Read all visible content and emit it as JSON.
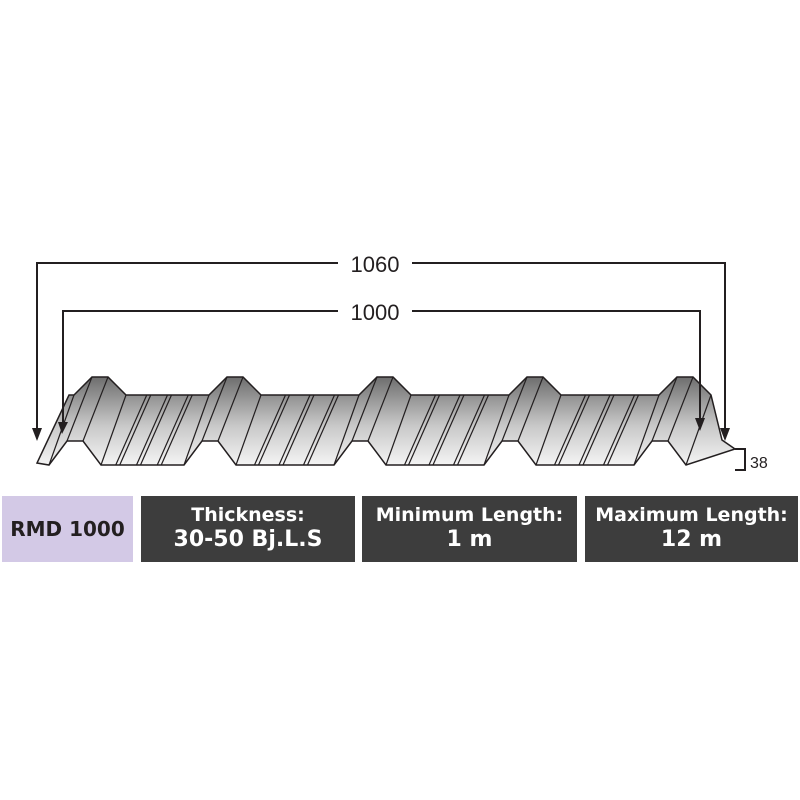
{
  "dimensions": {
    "overall_width": "1060",
    "effective_width": "1000",
    "rib_height": "38"
  },
  "model": "RMD 1000",
  "specs": [
    {
      "label": "Thickness:",
      "value": "30-50 Bj.L.S"
    },
    {
      "label": "Minimum Length:",
      "value": "1 m"
    },
    {
      "label": "Maximum Length:",
      "value": "12 m"
    }
  ],
  "colors": {
    "model_bg": "#d3c9e6",
    "spec_bg": "#3d3d3d",
    "line": "#231f20"
  }
}
